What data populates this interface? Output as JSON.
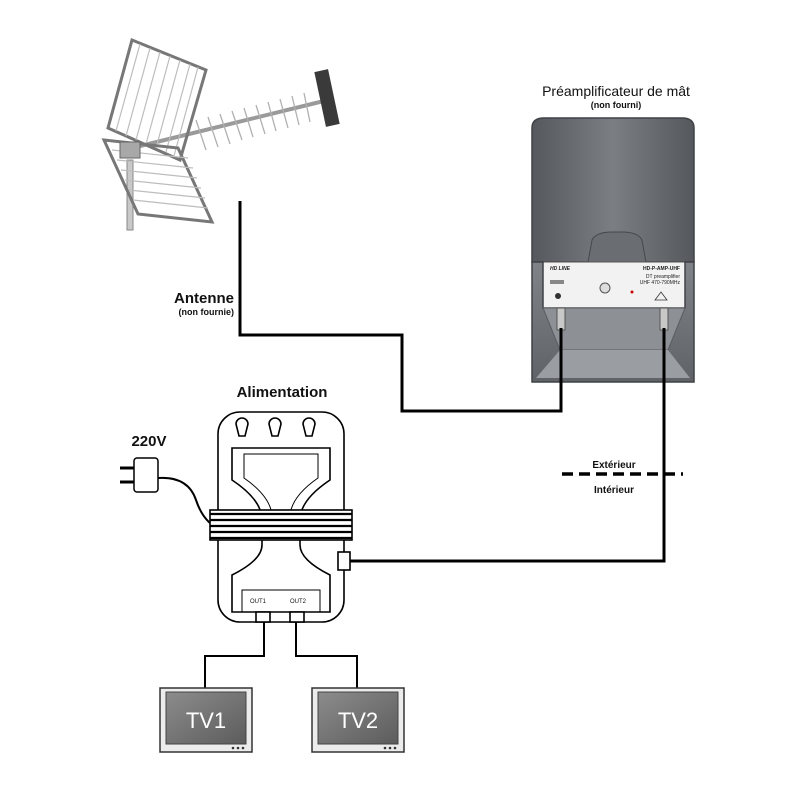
{
  "preamp": {
    "title": "Préamplificateur de mât",
    "note": "(non fourni)",
    "brand": "HD LINE",
    "model": "HD-P-AMP-UHF",
    "desc_line1": "DT preamplifier",
    "desc_line2": "UHF 470-790MHz"
  },
  "antenna": {
    "label": "Antenne",
    "note": "(non fournie)"
  },
  "power_supply": {
    "title": "Alimentation",
    "voltage": "220V",
    "out1": "OUT1",
    "out2": "OUT2"
  },
  "zones": {
    "outside": "Extérieur",
    "inside": "Intérieur"
  },
  "tvs": [
    "TV1",
    "TV2"
  ],
  "colors": {
    "cable": "#000000",
    "preamp_body": "#6e7175",
    "tv_screen": "#7a7a7a"
  }
}
